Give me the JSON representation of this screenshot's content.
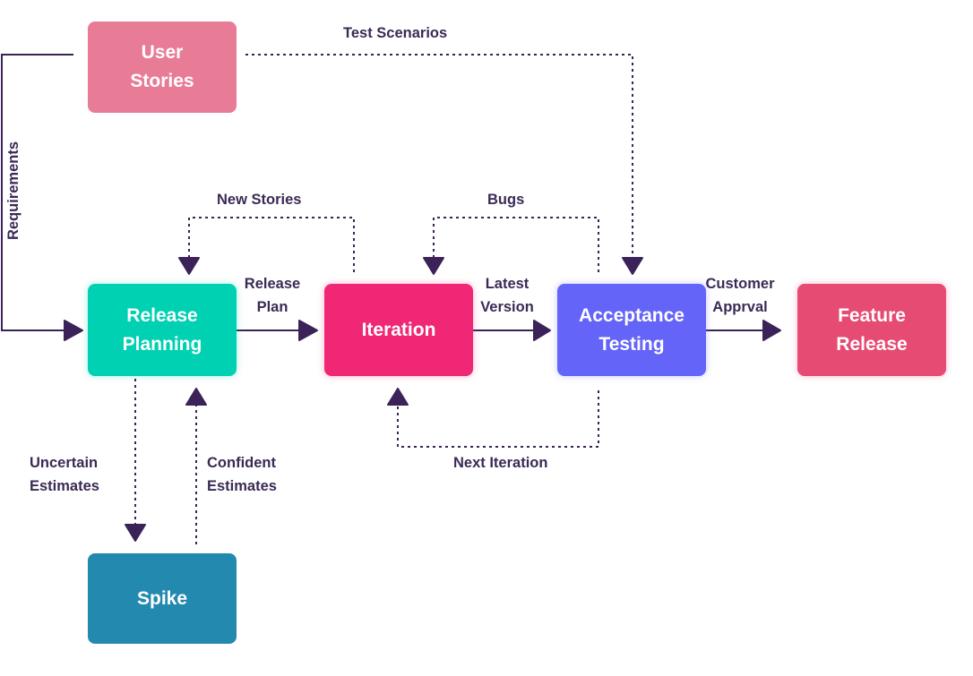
{
  "colors": {
    "user_stories": "#E87C97",
    "release_planning": "#00D1B2",
    "iteration": "#F02774",
    "acceptance_testing": "#6464F8",
    "feature_release": "#E64B73",
    "spike": "#2389AE",
    "arrow": "#3B2258"
  },
  "nodes": {
    "user_stories": "User\nStories",
    "release_planning": "Release\nPlanning",
    "iteration": "Iteration",
    "acceptance_testing": "Acceptance\nTesting",
    "feature_release": "Feature\nRelease",
    "spike": "Spike"
  },
  "edges": {
    "requirements": "Requirements",
    "test_scenarios": "Test Scenarios",
    "new_stories": "New Stories",
    "bugs": "Bugs",
    "release_plan": "Release\nPlan",
    "latest_version": "Latest\nVersion",
    "customer_approval": "Customer\nApprval",
    "next_iteration": "Next Iteration",
    "uncertain_estimates": "Uncertain\nEstimates",
    "confident_estimates": "Confident\nEstimates"
  }
}
